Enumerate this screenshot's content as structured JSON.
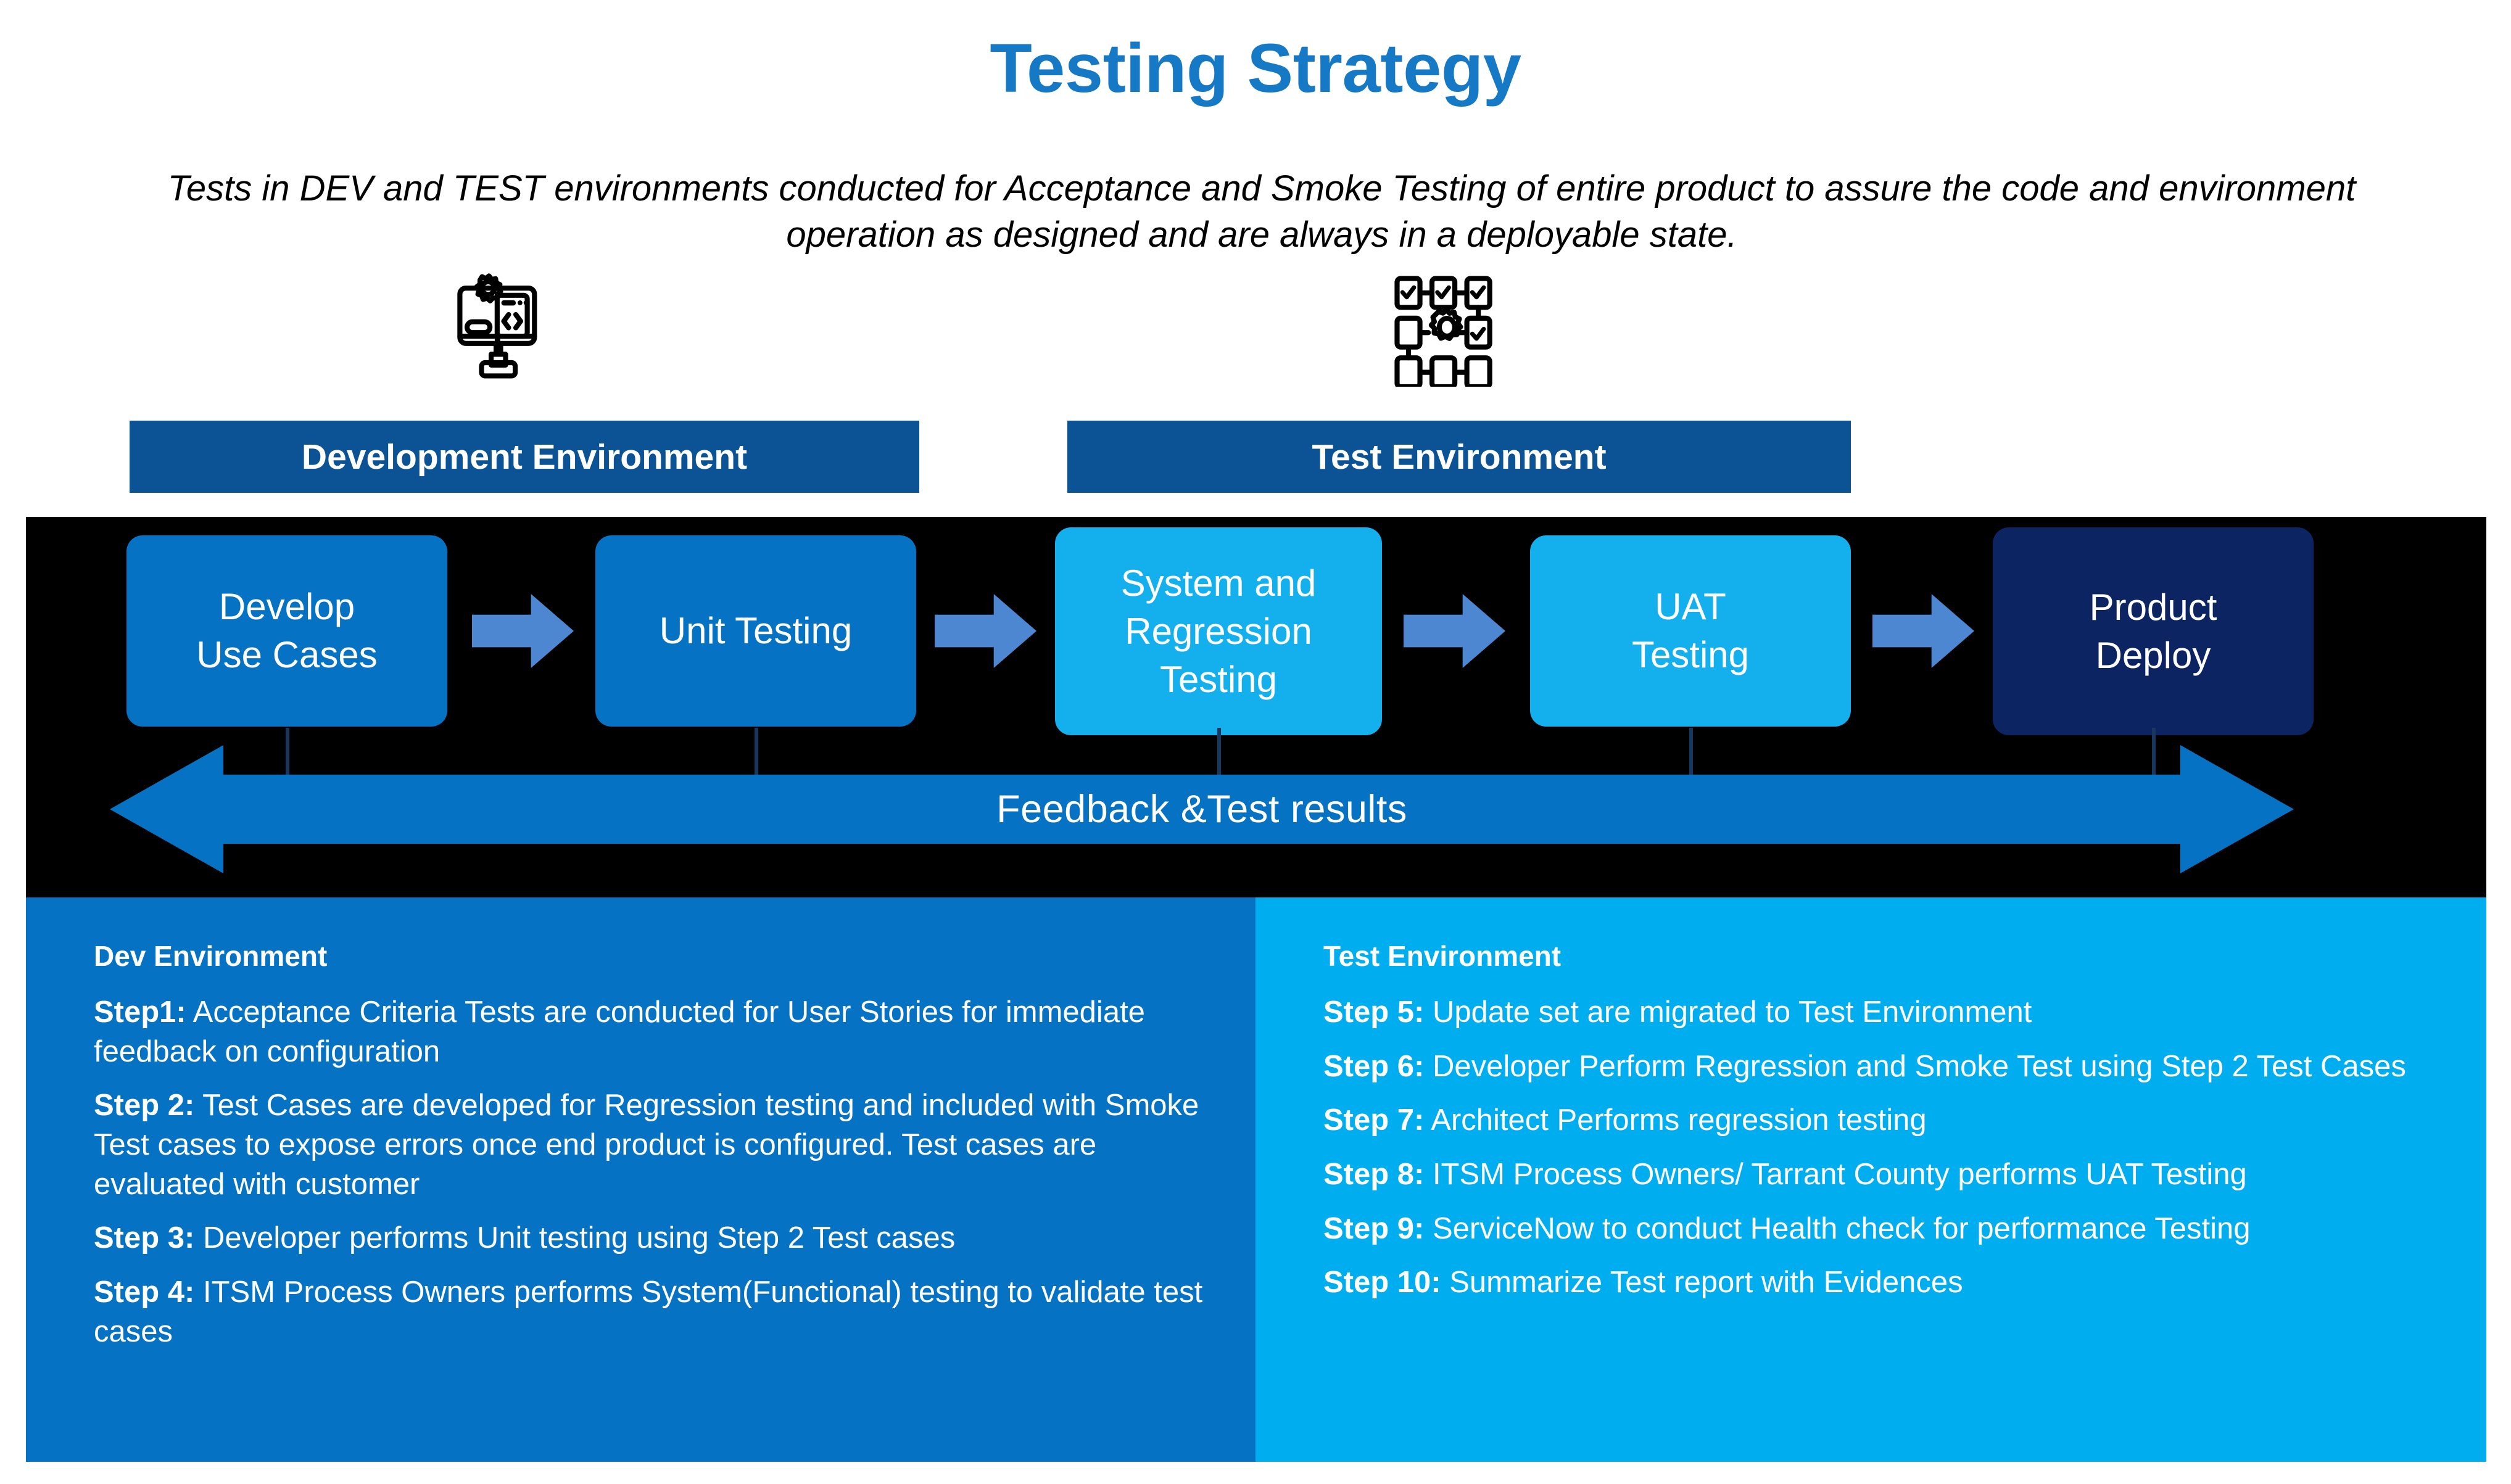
{
  "title": "Testing Strategy",
  "subtitle": "Tests in DEV and TEST environments conducted for Acceptance and Smoke Testing of entire product to assure the code and environment operation as designed and are always in a deployable state.",
  "title_color": "#1579C6",
  "env_bars": {
    "dev_label": "Development Environment",
    "test_label": "Test Environment",
    "bar_color": "#0B5394"
  },
  "icons": {
    "dev": "monitor-gear-code-icon",
    "test": "checklist-network-gear-icon"
  },
  "flow": {
    "background_color": "#000000",
    "arrow_color": "#4E87D1",
    "boxes": [
      {
        "label": "Develop\nUse Cases",
        "line1": "Develop",
        "line2": "Use Cases",
        "color": "#0672C4"
      },
      {
        "label": "Unit Testing",
        "line1": "Unit Testing",
        "line2": "",
        "color": "#0672C4"
      },
      {
        "label": "System and Regression Testing",
        "line1": "System and",
        "line2": "Regression",
        "line3": "Testing",
        "color": "#14B0EE"
      },
      {
        "label": "UAT Testing",
        "line1": "UAT",
        "line2": "Testing",
        "color": "#14B0EE"
      },
      {
        "label": "Product Deploy",
        "line1": "Product",
        "line2": "Deploy",
        "color": "#0C2461"
      }
    ]
  },
  "feedback": {
    "label": "Feedback  &Test results",
    "color": "#0672C4"
  },
  "panels": {
    "dev": {
      "heading": "Dev Environment",
      "color": "#0672C4",
      "steps": [
        {
          "label": "Step1:",
          "text": " Acceptance Criteria Tests are conducted for User Stories for immediate feedback on configuration"
        },
        {
          "label": "Step 2:",
          "text": " Test Cases are developed for Regression testing and included with Smoke Test cases to expose errors once end product is configured. Test cases are evaluated with customer"
        },
        {
          "label": "Step 3:",
          "text": " Developer performs Unit testing using Step 2 Test cases"
        },
        {
          "label": "Step 4:",
          "text": " ITSM Process Owners performs System(Functional) testing to validate test cases"
        }
      ]
    },
    "test": {
      "heading": "Test Environment",
      "color": "#00AEEF",
      "steps": [
        {
          "label": "Step 5:",
          "text": " Update set are migrated to Test Environment"
        },
        {
          "label": "Step 6:",
          "text": " Developer Perform Regression and Smoke Test using Step 2 Test Cases"
        },
        {
          "label": "Step 7:",
          "text": " Architect Performs regression testing"
        },
        {
          "label": "Step 8:",
          "text": " ITSM Process Owners/ Tarrant County performs UAT Testing"
        },
        {
          "label": "Step 9:",
          "text": " ServiceNow to conduct Health check for performance Testing"
        },
        {
          "label": "Step 10:",
          "text": " Summarize Test report with Evidences"
        }
      ]
    }
  }
}
